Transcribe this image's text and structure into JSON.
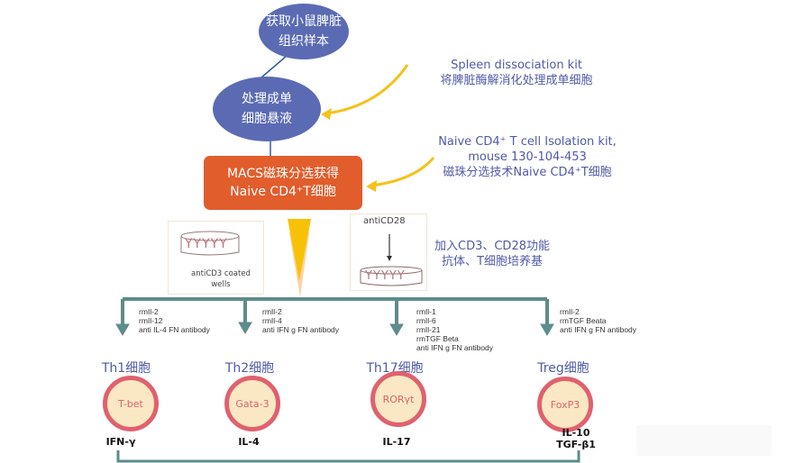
{
  "steps": {
    "step1": "获取小鼠脾脏\n组织样本",
    "step2": "处理成单\n细胞悬液",
    "step3": "MACS磁珠分选获得\nNaive CD4⁺T细胞"
  },
  "notes": {
    "spleen_kit": "Spleen dissociation kit\n将脾脏酶解消化处理成单细胞",
    "isolation_kit": "Naive CD4⁺ T cell Isolation kit,\nmouse 130-104-453\n磁珠分选技术Naive CD4⁺T细胞",
    "culture": "加入CD3、CD28功能\n抗体、T细胞培养基"
  },
  "wells": {
    "anticd3_label": "antiCD3 coated\nwells",
    "anticd28_label": "antiCD28",
    "antibody_glyphs": "YYYYY"
  },
  "branches": [
    {
      "reagents": "rmIl-2\nrmIl-12\nanti IL-4 FN antibody",
      "cell_title": "Th1细胞",
      "transcription_factor": "T-bet",
      "cytokines": "IFN-γ"
    },
    {
      "reagents": "rmIl-2\nrmIl-4\nanti IFN g FN antibody",
      "cell_title": "Th2细胞",
      "transcription_factor": "Gata-3",
      "cytokines": "IL-4"
    },
    {
      "reagents": "rmIl-1\nrmIl-6\nrmIl-21\nrmTGF Beta\nanti IFN g FN antibody",
      "cell_title": "Th17细胞",
      "transcription_factor": "RORγt",
      "cytokines": "IL-17"
    },
    {
      "reagents": "rmIl-2\nrmTGF Beata\nanti IFN g FN antibody",
      "cell_title": "Treg细胞",
      "transcription_factor": "FoxP3",
      "cytokines": "IL-10\nTGF-β1"
    }
  ],
  "colors": {
    "ellipse": "#5b6bb3",
    "macs_box": "#e25d2c",
    "note_text": "#4f5ba8",
    "connector": "#5e8c8a",
    "arrow_yellow": "#f5c21b",
    "cell_ring": "#e0616d",
    "cell_fill": "#f9e8c3"
  }
}
